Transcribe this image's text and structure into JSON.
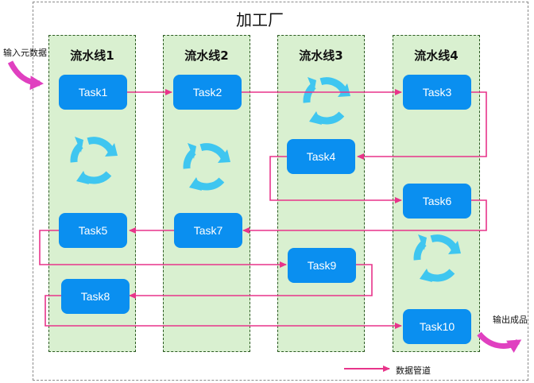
{
  "title": "加工厂",
  "input_label": "输入元数据",
  "output_label": "输出成品",
  "legend_label": "数据管道",
  "lanes": [
    {
      "label": "流水线1"
    },
    {
      "label": "流水线2"
    },
    {
      "label": "流水线3"
    },
    {
      "label": "流水线4"
    }
  ],
  "tasks": {
    "task1": "Task1",
    "task2": "Task2",
    "task3": "Task3",
    "task4": "Task4",
    "task5": "Task5",
    "task6": "Task6",
    "task7": "Task7",
    "task8": "Task8",
    "task9": "Task9",
    "task10": "Task10"
  },
  "colors": {
    "lane_fill": "#d9f0d0",
    "task_fill": "#0a8ff0",
    "pipe": "#e8348a",
    "cycle_icon": "#3fc6f0",
    "io_arrow": "#e040c0"
  }
}
